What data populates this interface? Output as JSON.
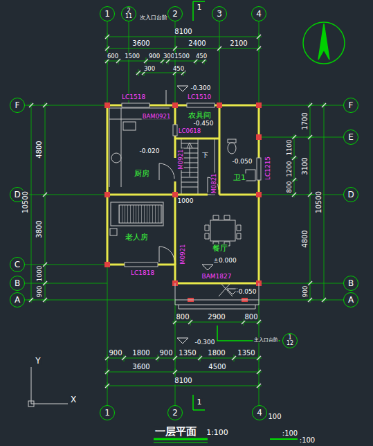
{
  "diagram": {
    "title": "一层平面",
    "nodes": [
      {
        "text": [
          "1"
        ]
      },
      {
        "text": [
          "2",
          "11"
        ]
      },
      {
        "text": [
          "2"
        ]
      },
      {
        "text": [
          "3"
        ]
      },
      {
        "text": [
          "4"
        ]
      },
      {
        "text": [
          "F"
        ]
      },
      {
        "text": [
          "F"
        ]
      },
      {
        "text": [
          "E"
        ]
      },
      {
        "text": [
          "D"
        ]
      },
      {
        "text": [
          "D"
        ]
      },
      {
        "text": [
          "C"
        ]
      },
      {
        "text": [
          "B"
        ]
      },
      {
        "text": [
          "B"
        ]
      },
      {
        "text": [
          "A"
        ]
      },
      {
        "text": [
          "A"
        ]
      },
      {
        "text": [
          "厨房"
        ]
      },
      {
        "text": [
          "农具间"
        ]
      },
      {
        "text": [
          "卫1"
        ]
      },
      {
        "text": [
          "老人房"
        ]
      },
      {
        "text": [
          "餐厅"
        ]
      },
      {
        "text": [
          "1",
          "12"
        ]
      },
      {
        "text": [
          "1"
        ]
      },
      {
        "text": [
          "2"
        ]
      },
      {
        "text": [
          "4"
        ]
      }
    ],
    "labels": [
      "次入口台阶",
      "1",
      "8100",
      "3600",
      "2400",
      "2100",
      "600",
      "1500",
      "900",
      "300",
      "1500",
      "450",
      "300",
      "450",
      "-0.300",
      "4800",
      "3800",
      "1000",
      "900",
      "10500",
      "1700",
      "1100",
      "1200",
      "800",
      "3100",
      "4800",
      "900",
      "10500",
      "LC1518",
      "BAM0921",
      "LC1510",
      "-0.450",
      "LC0618",
      "M0921",
      "-0.020",
      "-0.050",
      "LC1215",
      "M0821",
      "下",
      "1000",
      "M0921",
      "±0.000",
      "LC1818",
      "BAM1827",
      "-0.050",
      "800",
      "2900",
      "800",
      "-0.300",
      "主入口台阶",
      "900",
      "1800",
      "900",
      "1350",
      "1800",
      "1350",
      "3600",
      "4500",
      "8100",
      "1",
      "100",
      "1:100",
      ":100",
      ":100",
      "Y",
      "X"
    ]
  }
}
